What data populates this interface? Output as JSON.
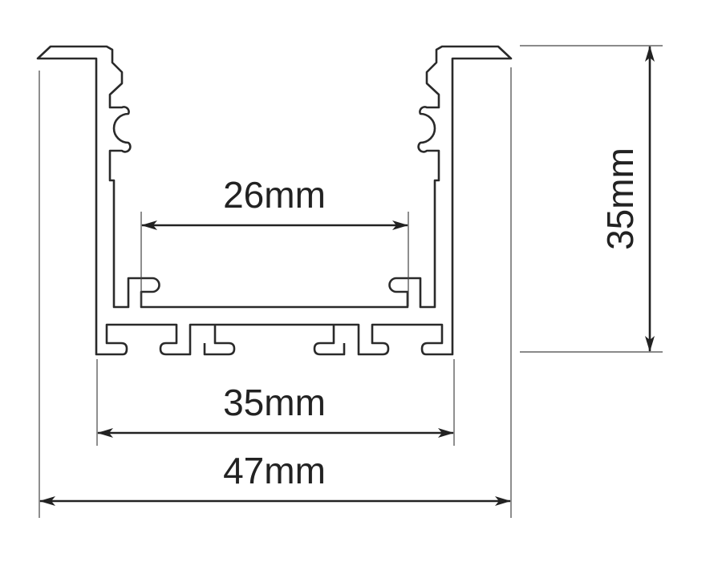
{
  "diagram": {
    "title": "Aluminium U-profile cross-section",
    "dimensions": {
      "inner_width": "26mm",
      "base_width": "35mm",
      "overall_width": "47mm",
      "height": "35mm"
    },
    "colors": {
      "line": "#222222",
      "background": "#ffffff"
    }
  }
}
